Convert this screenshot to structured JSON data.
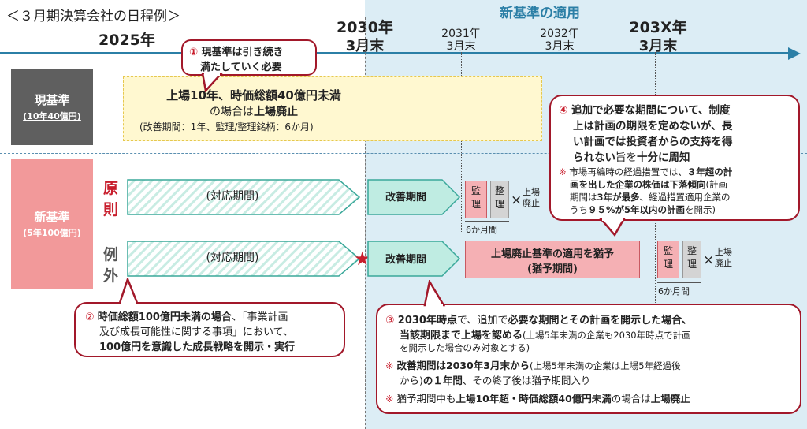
{
  "title": "＜３月期決算会社の日程例＞",
  "header": {
    "year_2025": "2025年",
    "year_2030_line1": "2030年",
    "year_2030_line2": "3月末",
    "new_standard_label": "新基準の適用",
    "y2031_line1": "2031年",
    "y2031_line2": "3月末",
    "y2032_line1": "2032年",
    "y2032_line2": "3月末",
    "y203x_line1": "203X年",
    "y203x_line2": "3月末"
  },
  "current_standard": {
    "label": "現基準",
    "sub": "(10年40億円)"
  },
  "new_standard": {
    "label": "新基準",
    "sub": "(5年100億円)"
  },
  "yellow": {
    "line1": "上場10年、時価総額40億円未満",
    "line2_pre": "の場合は",
    "line2_bold": "上場廃止",
    "line3": "(改善期間：1年、監理/整理銘柄：6か月)"
  },
  "principle": {
    "label_1": "原",
    "label_2": "則",
    "period": "(対応期間)",
    "improvement": "改善期間",
    "kanri_1": "監",
    "kanri_2": "理",
    "seiri_1": "整",
    "seiri_2": "理",
    "cross": "×",
    "delist_1": "上場",
    "delist_2": "廃止",
    "six_months": "6か月間"
  },
  "exception": {
    "label_1": "例",
    "label_2": "外",
    "period": "(対応期間)",
    "improvement": "改善期間",
    "grace_1": "上場廃止基準の適用を猶予",
    "grace_2": "(猶予期間)",
    "kanri_1": "監",
    "kanri_2": "理",
    "seiri_1": "整",
    "seiri_2": "理",
    "cross": "×",
    "delist_1": "上場",
    "delist_2": "廃止",
    "six_months": "6か月間"
  },
  "callout1": {
    "num": "①",
    "line1": "現基準は引き続き",
    "line2": "満たしていく必要"
  },
  "callout2": {
    "num": "②",
    "line1_bold": "時価総額100億円未満の場合",
    "line1_rest": "、「事業計画",
    "line2": "及び成長可能性に関する事項」において、",
    "line3": "100億円を意識した成長戦略を開示・実行"
  },
  "callout3": {
    "num": "③",
    "l1_bold1": "2030年時点",
    "l1_mid": "で、追加で",
    "l1_bold2": "必要な期間とその計画を開示した場合、",
    "l2_bold": "当該期限まで上場を認める",
    "l2_rest": "(上場5年未満の企業も2030年時点で計画",
    "l3": "を開示した場合のみ対象とする)",
    "n1_mark": "※",
    "n1_bold": "改善期間は2030年3月末から",
    "n1_rest": "(上場5年未満の企業は上場5年経過後",
    "n1_l2_pre": "から)",
    "n1_l2_bold": "の１年間",
    "n1_l2_rest": "、その終了後は猶予期間入り",
    "n2_mark": "※",
    "n2_pre": "猶予期間中も",
    "n2_bold": "上場10年超・時価総額40億円未満",
    "n2_mid": "の場合は",
    "n2_bold2": "上場廃止"
  },
  "callout4": {
    "num": "④",
    "l1": "追加で必要な期間について、制度",
    "l2_bold": "上は計画の期限を定めないが",
    "l2_rest": "、長",
    "l3": "い計画では投資者からの支持を得",
    "l4_bold": "られない",
    "l4_mid": "旨を",
    "l4_bold2": "十分に周知",
    "n_mark": "※",
    "n_l1_pre": "市場再編時の経過措置では、",
    "n_l1_bold": "３年超の計",
    "n_l2_bold": "画を出した企業の株価は下落傾向",
    "n_l2_rest": "(計画",
    "n_l3_pre": "期間は",
    "n_l3_bold": "3年が最多",
    "n_l3_rest": "、経過措置適用企業の",
    "n_l4_pre": "うち",
    "n_l4_bold": "９５%が5年以内の計画",
    "n_l4_rest": "を開示)"
  },
  "colors": {
    "accent": "#c81e2d",
    "teal": "#3aa89a",
    "timeline": "#2b7fa6"
  }
}
